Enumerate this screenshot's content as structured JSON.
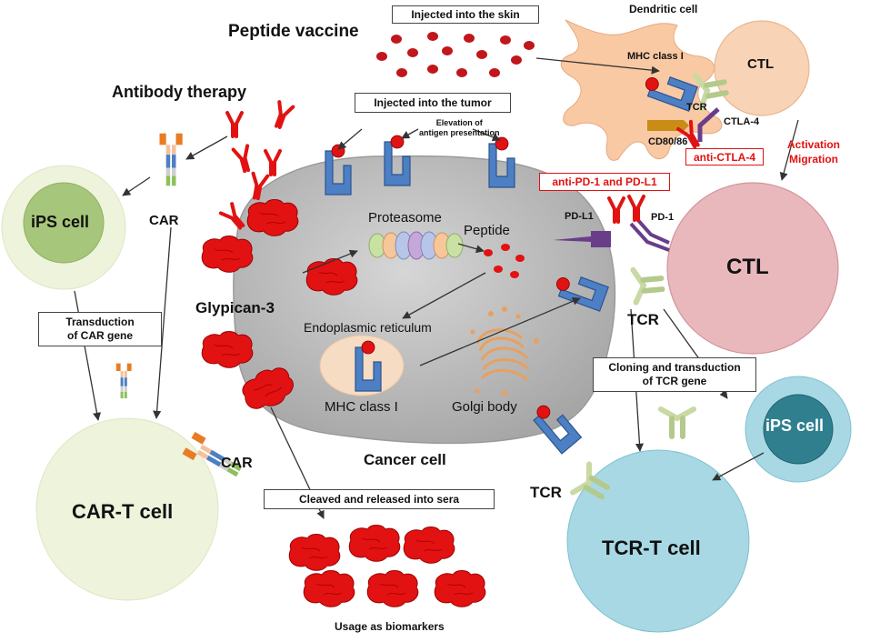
{
  "labels": {
    "peptide_vaccine": "Peptide vaccine",
    "injected_skin": "Injected into the skin",
    "dendritic_cell": "Dendritic cell",
    "mhc_class_i_top": "MHC class I",
    "ctl_small": "CTL",
    "tcr_top": "TCR",
    "ctla4": "CTLA-4",
    "cd8086": "CD80/86",
    "anti_ctla4": "anti-CTLA-4",
    "activation_migration": "Activation\nMigration",
    "antibody_therapy": "Antibody therapy",
    "injected_tumor": "Injected into the tumor",
    "elevation": "Elevation of\nantigen presentation",
    "anti_pd1_pdl1": "anti-PD-1 and PD-L1",
    "ips_left": "iPS cell",
    "car_top": "CAR",
    "proteasome": "Proteasome",
    "peptide": "Peptide",
    "pdl1": "PD-L1",
    "pd1": "PD-1",
    "ctl_big": "CTL",
    "glypican": "Glypican-3",
    "transduction_car": "Transduction\nof CAR gene",
    "er": "Endoplasmic reticulum",
    "tcr_mid": "TCR",
    "mhc_class_i_inner": "MHC class I",
    "golgi": "Golgi body",
    "cloning_tcr": "Cloning and transduction\nof TCR gene",
    "ips_right": "iPS cell",
    "cancer_cell": "Cancer cell",
    "car_bottom": "CAR",
    "car_t_cell": "CAR-T cell",
    "cleaved": "Cleaved and released into sera",
    "tcr_bottom": "TCR",
    "tcr_t_cell": "TCR-T cell",
    "biomarkers": "Usage as biomarkers"
  },
  "colors": {
    "red": "#e21212",
    "cancer_gray": "#b5b5b5",
    "ctl_pink": "#e8b8bc",
    "ctl_peach": "#f8d3b5",
    "dendritic": "#f9c9a3",
    "car_t_green": "#eef3dc",
    "ips_green": "#a6c77b",
    "tcr_blue": "#a8d8e4",
    "ips_teal": "#2f7f8f",
    "mhc_blue": "#4d7fc4"
  }
}
